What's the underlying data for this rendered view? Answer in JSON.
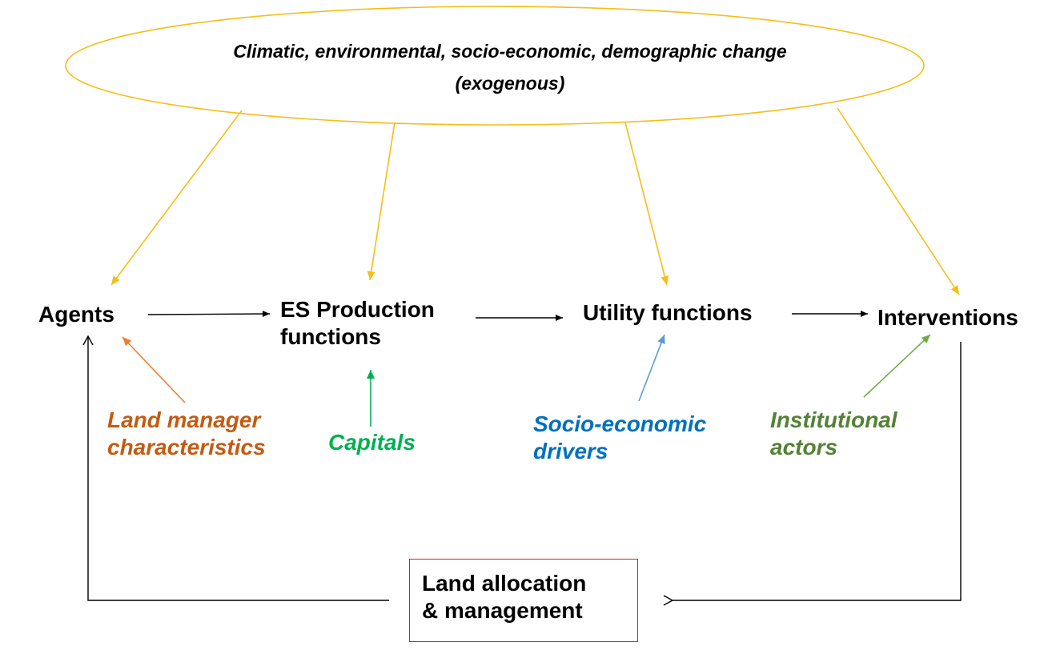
{
  "diagram": {
    "exogenous": {
      "line1": "Climatic, environmental, socio-economic, demographic change",
      "line2": "(exogenous)",
      "color": "#F5BE14"
    },
    "nodes": {
      "agents": "Agents",
      "es_production": "ES Production\nfunctions",
      "utility": "Utility functions",
      "interventions": "Interventions",
      "land_allocation": "Land allocation\n& management"
    },
    "inputs": {
      "land_manager": {
        "text": "Land manager\ncharacteristics",
        "color": "#C55A11"
      },
      "capitals": {
        "text": "Capitals",
        "color": "#00B050"
      },
      "socio_economic": {
        "text": "Socio-economic\ndrivers",
        "color": "#0070C0"
      },
      "institutional": {
        "text": "Institutional\nactors",
        "color": "#538135"
      }
    },
    "arrow_colors": {
      "flow": "#000000",
      "exogenous": "#F5BE14",
      "land_manager": "#ED7D31",
      "capitals": "#00B050",
      "socio_economic": "#5B9BD5",
      "institutional": "#70AD47",
      "box_border": "#E02020"
    }
  }
}
